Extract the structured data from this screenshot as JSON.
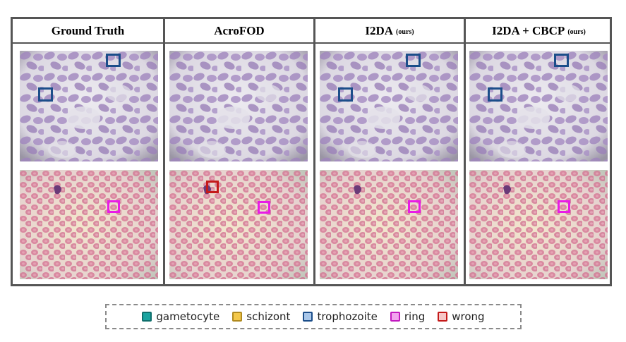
{
  "columns": [
    {
      "title": "Ground Truth",
      "suffix": ""
    },
    {
      "title": "AcroFOD",
      "suffix": ""
    },
    {
      "title": "I2DA",
      "suffix": "(ours)"
    },
    {
      "title": "I2DA + CBCP",
      "suffix": "(ours)"
    }
  ],
  "legend": {
    "items": [
      {
        "label": "gametocyte",
        "fill": "#1aa4a0",
        "stroke": "#0f6f6c"
      },
      {
        "label": "schizont",
        "fill": "#f4c84a",
        "stroke": "#b08a1f"
      },
      {
        "label": "trophozoite",
        "fill": "#a9c7ea",
        "stroke": "#1c4e8a"
      },
      {
        "label": "ring",
        "fill": "#f2a4ef",
        "stroke": "#c21ac0"
      },
      {
        "label": "wrong",
        "fill": "#f7c6c6",
        "stroke": "#c41a1a"
      }
    ]
  },
  "colors": {
    "trophozoite_box": "#1c4e8a",
    "ring_box": "#e81be6",
    "wrong_box": "#c41a1a",
    "border": "#555555"
  }
}
